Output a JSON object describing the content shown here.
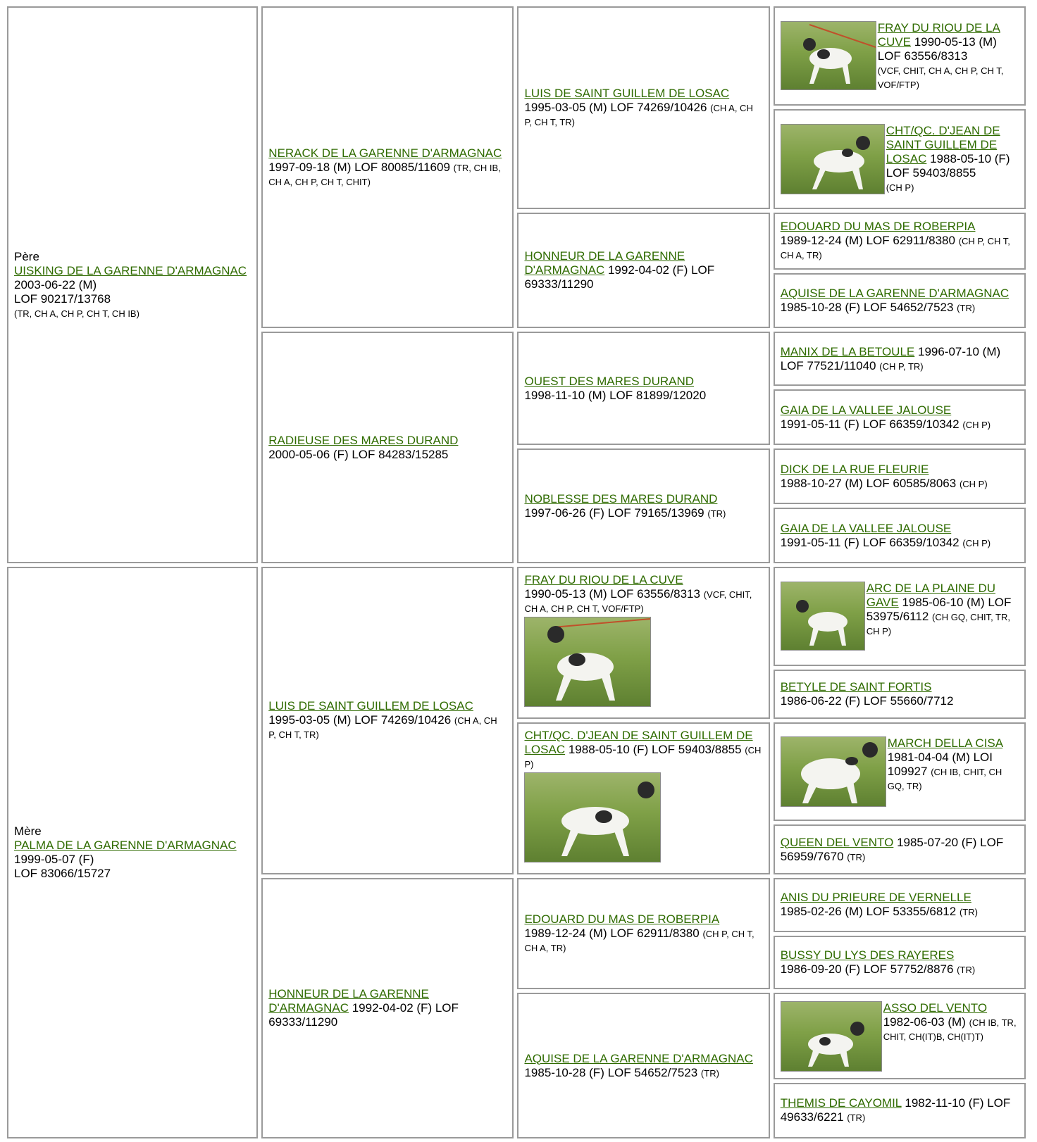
{
  "sire": {
    "role": "Père",
    "name": "UISKING DE LA GARENNE D'ARMAGNAC",
    "info": "2003-06-22 (M)",
    "reg": "LOF 90217/13768",
    "titles": "(TR, CH A, CH P, CH T, CH IB)",
    "father": {
      "name": "NERACK DE LA GARENNE D'ARMAGNAC",
      "info": "1997-09-18 (M) LOF 80085/11609",
      "titles": "(TR, CH IB, CH A, CH P, CH T, CHIT)",
      "father": {
        "name": "LUIS DE SAINT GUILLEM DE LOSAC",
        "info": "1995-03-05 (M) LOF 74269/10426",
        "titles": "(CH A, CH P, CH T, TR)",
        "father": {
          "name": "FRAY DU RIOU DE LA CUVE",
          "info": "1990-05-13 (M) LOF 63556/8313",
          "titles": "(VCF, CHIT, CH A, CH P, CH T, VOF/FTP)",
          "photo": "pointer-dog-photo"
        },
        "mother": {
          "name": "CHT/QC. D'JEAN DE SAINT GUILLEM DE LOSAC",
          "info": "1988-05-10 (F) LOF 59403/8855",
          "titles": "(CH P)",
          "photo": "pointer-dog-photo"
        }
      },
      "mother": {
        "name": "HONNEUR DE LA GARENNE D'ARMAGNAC",
        "info": "1992-04-02 (F) LOF 69333/11290",
        "titles": "",
        "father": {
          "name": "EDOUARD DU MAS DE ROBERPIA",
          "info": "1989-12-24 (M) LOF 62911/8380",
          "titles": "(CH P, CH T, CH A, TR)"
        },
        "mother": {
          "name": "AQUISE DE LA GARENNE D'ARMAGNAC",
          "info": "1985-10-28 (F) LOF 54652/7523",
          "titles": "(TR)"
        }
      }
    },
    "mother": {
      "name": "RADIEUSE DES MARES DURAND",
      "info": "2000-05-06 (F) LOF 84283/15285",
      "titles": "",
      "father": {
        "name": "OUEST DES MARES DURAND",
        "info": "1998-11-10 (M) LOF 81899/12020",
        "titles": "",
        "father": {
          "name": "MANIX DE LA BETOULE",
          "info": "1996-07-10 (M) LOF 77521/11040",
          "titles": "(CH P, TR)"
        },
        "mother": {
          "name": "GAIA DE LA VALLEE JALOUSE",
          "info": "1991-05-11 (F) LOF 66359/10342",
          "titles": "(CH P)"
        }
      },
      "mother": {
        "name": "NOBLESSE DES MARES DURAND",
        "info": "1997-06-26 (F) LOF 79165/13969",
        "titles": "(TR)",
        "father": {
          "name": "DICK DE LA RUE FLEURIE",
          "info": "1988-10-27 (M) LOF 60585/8063",
          "titles": "(CH P)"
        },
        "mother": {
          "name": "GAIA DE LA VALLEE JALOUSE",
          "info": "1991-05-11 (F) LOF 66359/10342",
          "titles": "(CH P)"
        }
      }
    }
  },
  "dam": {
    "role": "Mère",
    "name": "PALMA DE LA GARENNE D'ARMAGNAC",
    "info": "1999-05-07 (F)",
    "reg": "LOF 83066/15727",
    "father": {
      "name": "LUIS DE SAINT GUILLEM DE LOSAC",
      "info": "1995-03-05 (M) LOF 74269/10426",
      "titles": "(CH A, CH P, CH T, TR)",
      "father": {
        "name": "FRAY DU RIOU DE LA CUVE",
        "info": "1990-05-13 (M) LOF 63556/8313",
        "titles": "(VCF, CHIT, CH A, CH P, CH T, VOF/FTP)",
        "photo": "pointer-dog-photo",
        "father": {
          "name": "ARC DE LA PLAINE DU GAVE",
          "info": "1985-06-10 (M) LOF 53975/6112",
          "titles": "(CH GQ, CHIT, TR, CH P)",
          "photo": "pointer-dog-photo"
        },
        "mother": {
          "name": "BETYLE DE SAINT FORTIS",
          "info": "1986-06-22 (F) LOF 55660/7712",
          "titles": ""
        }
      },
      "mother": {
        "name": "CHT/QC. D'JEAN DE SAINT GUILLEM DE LOSAC",
        "info": "1988-05-10 (F) LOF 59403/8855",
        "titles": "(CH P)",
        "photo": "pointer-dog-photo",
        "father": {
          "name": "MARCH DELLA CISA",
          "info": "1981-04-04 (M) LOI 109927",
          "titles": "(CH IB, CHIT, CH GQ, TR)",
          "photo": "pointer-dog-photo"
        },
        "mother": {
          "name": "QUEEN DEL VENTO",
          "info": "1985-07-20 (F) LOF 56959/7670",
          "titles": "(TR)"
        }
      }
    },
    "mother": {
      "name": "HONNEUR DE LA GARENNE D'ARMAGNAC",
      "info": "1992-04-02 (F) LOF 69333/11290",
      "titles": "",
      "father": {
        "name": "EDOUARD DU MAS DE ROBERPIA",
        "info": "1989-12-24 (M) LOF 62911/8380",
        "titles": "(CH P, CH T, CH A, TR)",
        "father": {
          "name": "ANIS DU PRIEURE DE VERNELLE",
          "info": "1985-02-26 (M) LOF 53355/6812",
          "titles": "(TR)"
        },
        "mother": {
          "name": "BUSSY DU LYS DES RAYERES",
          "info": "1986-09-20 (F) LOF 57752/8876",
          "titles": "(TR)"
        }
      },
      "mother": {
        "name": "AQUISE DE LA GARENNE D'ARMAGNAC",
        "info": "1985-10-28 (F) LOF 54652/7523",
        "titles": "(TR)",
        "father": {
          "name": "ASSO DEL VENTO",
          "info": "1982-06-03 (M)",
          "titles": "(CH IB, TR, CHIT, CH(IT)B, CH(IT)T)",
          "photo": "pointer-dog-photo"
        },
        "mother": {
          "name": "THEMIS DE CAYOMIL",
          "info": "1982-11-10 (F) LOF 49633/6221",
          "titles": "(TR)"
        }
      }
    }
  }
}
